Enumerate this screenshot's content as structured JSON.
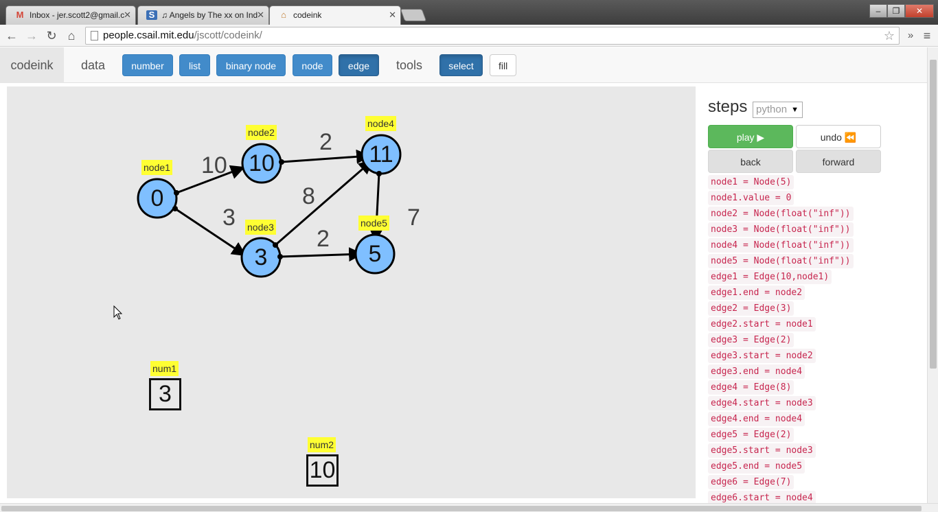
{
  "browser": {
    "tabs": [
      {
        "label": "Inbox - jer.scott2@gmail.c",
        "icon": "gmail-icon",
        "icon_glyph": "M",
        "icon_color": "#d44638"
      },
      {
        "label": "♫ Angels by The xx on Ind",
        "icon": "s-icon",
        "icon_glyph": "S",
        "icon_color": "#3b6fb6"
      },
      {
        "label": "codeink",
        "icon": "document-icon",
        "icon_glyph": "⌂",
        "icon_color": "#c07a2c"
      }
    ],
    "close_glyph": "✕",
    "window_buttons": {
      "minimize": "–",
      "maximize": "❐",
      "close": "✕"
    },
    "url_host": "people.csail.mit.edu",
    "url_path": "/jscott/codeink/",
    "nav": {
      "back": "←",
      "forward": "→",
      "reload": "↻",
      "home": "⌂",
      "star": "☆",
      "more": "»",
      "menu": "≡"
    }
  },
  "app": {
    "brand": "codeink",
    "data_label": "data",
    "tools_label": "tools",
    "data_buttons": [
      "number",
      "list",
      "binary node",
      "node",
      "edge"
    ],
    "tool_buttons": [
      "select",
      "fill"
    ]
  },
  "graph": {
    "nodes": [
      {
        "tag": "node1",
        "value": "0"
      },
      {
        "tag": "node2",
        "value": "10"
      },
      {
        "tag": "node3",
        "value": "3"
      },
      {
        "tag": "node4",
        "value": "11"
      },
      {
        "tag": "node5",
        "value": "5"
      }
    ],
    "edge_weights": [
      "10",
      "3",
      "2",
      "8",
      "2",
      "7"
    ],
    "numbers": [
      {
        "tag": "num1",
        "value": "3"
      },
      {
        "tag": "num2",
        "value": "10"
      }
    ],
    "node_color": "#7fbfff",
    "tag_color": "#ffff33"
  },
  "steps": {
    "title": "steps",
    "language": "python",
    "play": "play ▶",
    "undo": "undo ⏪",
    "back": "back",
    "forward": "forward",
    "code": [
      "node1 = Node(5)",
      "node1.value = 0",
      "node2 = Node(float(\"inf\"))",
      "node3 = Node(float(\"inf\"))",
      "node4 = Node(float(\"inf\"))",
      "node5 = Node(float(\"inf\"))",
      "edge1 = Edge(10,node1)",
      "edge1.end = node2",
      "edge2 = Edge(3)",
      "edge2.start = node1",
      "edge3 = Edge(2)",
      "edge3.start = node2",
      "edge3.end = node4",
      "edge4 = Edge(8)",
      "edge4.start = node3",
      "edge4.end = node4",
      "edge5 = Edge(2)",
      "edge5.start = node3",
      "edge5.end = node5",
      "edge6 = Edge(7)",
      "edge6.start = node4"
    ]
  }
}
